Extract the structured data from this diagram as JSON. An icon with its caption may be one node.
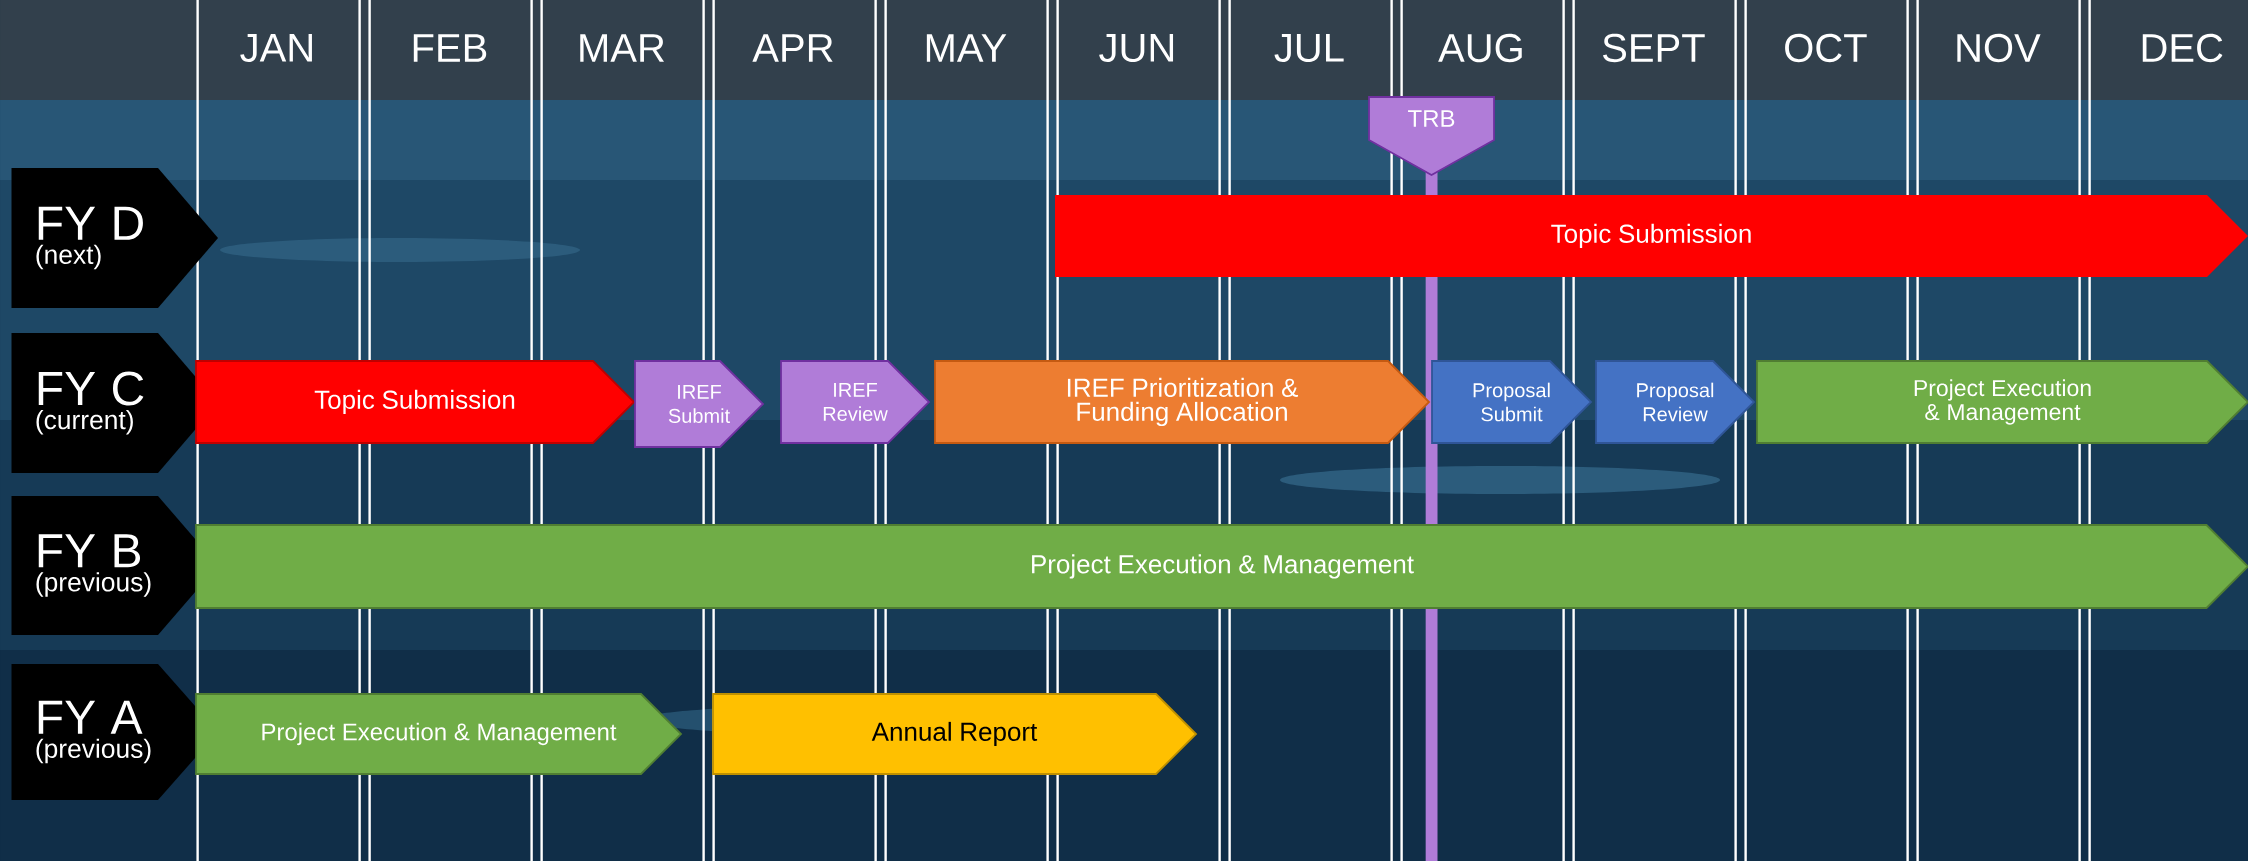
{
  "diagram": {
    "nodes": [
      {
        "text": [
          "JAN"
        ]
      },
      {
        "text": [
          "FEB"
        ]
      },
      {
        "text": [
          "MAR"
        ]
      },
      {
        "text": [
          "APR"
        ]
      },
      {
        "text": [
          "MAY"
        ]
      },
      {
        "text": [
          "JUN"
        ]
      },
      {
        "text": [
          "JUL"
        ]
      },
      {
        "text": [
          "AUG"
        ]
      },
      {
        "text": [
          "SEPT"
        ]
      },
      {
        "text": [
          "OCT"
        ]
      },
      {
        "text": [
          "NOV"
        ]
      },
      {
        "text": [
          "DEC"
        ]
      },
      {
        "text": [
          "TRB"
        ]
      },
      {
        "text": [
          "FY D",
          "(next)"
        ]
      },
      {
        "text": [
          "Topic Submission"
        ]
      },
      {
        "text": [
          "FY C",
          "(current)"
        ]
      },
      {
        "text": [
          "Topic Submission"
        ]
      },
      {
        "text": [
          "IREF Submit"
        ]
      },
      {
        "text": [
          "IREF Review"
        ]
      },
      {
        "text": [
          "IREF Prioritization & Funding Allocation"
        ]
      },
      {
        "text": [
          "Proposal Submit"
        ]
      },
      {
        "text": [
          "Proposal Review"
        ]
      },
      {
        "text": [
          "Project Execution & Management"
        ]
      },
      {
        "text": [
          "FY B",
          "(previous)"
        ]
      },
      {
        "text": [
          "Project Execution & Management"
        ]
      },
      {
        "text": [
          "FY A",
          "(previous)"
        ]
      },
      {
        "text": [
          "Project Execution & Management"
        ]
      },
      {
        "text": [
          "Annual Report"
        ]
      }
    ]
  }
}
